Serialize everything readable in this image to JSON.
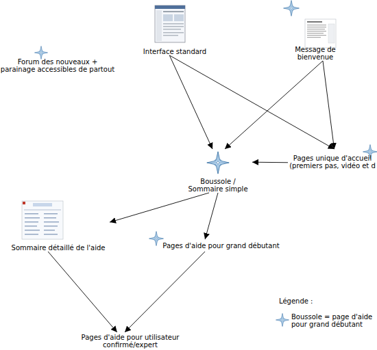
{
  "diagram": {
    "nodes": [
      {
        "text": [
          "Interface standard"
        ]
      },
      {
        "text": [
          "Message de bienvenue"
        ]
      },
      {
        "text": [
          "Forum des nouveaux + parainage accessibles de partout"
        ]
      },
      {
        "text": [
          "Boussole / Sommaire simple"
        ]
      },
      {
        "text": [
          "Pages unique d'accueil (premiers pas, vidéo et d"
        ]
      },
      {
        "text": [
          "Sommaire détaillé de l'aide"
        ]
      },
      {
        "text": [
          "Pages d'aide pour grand débutant"
        ]
      },
      {
        "text": [
          "Pages d'aide pour utilisateur confirmé/expert"
        ]
      }
    ],
    "edges": [
      {
        "from": 0,
        "to": 3,
        "arrow": "to"
      },
      {
        "from": 0,
        "to": 4,
        "arrow": "to"
      },
      {
        "from": 1,
        "to": 3,
        "arrow": "to"
      },
      {
        "from": 1,
        "to": 4,
        "arrow": "to"
      },
      {
        "from": 4,
        "to": 3,
        "arrow": "to"
      },
      {
        "from": 3,
        "to": 5,
        "arrow": "to"
      },
      {
        "from": 3,
        "to": 6,
        "arrow": "to"
      },
      {
        "from": 5,
        "to": 7,
        "arrow": "to"
      },
      {
        "from": 6,
        "to": 7,
        "arrow": "to"
      }
    ],
    "labels": [
      "Légende :"
    ],
    "legend": [
      {
        "text": "Boussole = page d'aide pour grand débutant"
      }
    ]
  }
}
